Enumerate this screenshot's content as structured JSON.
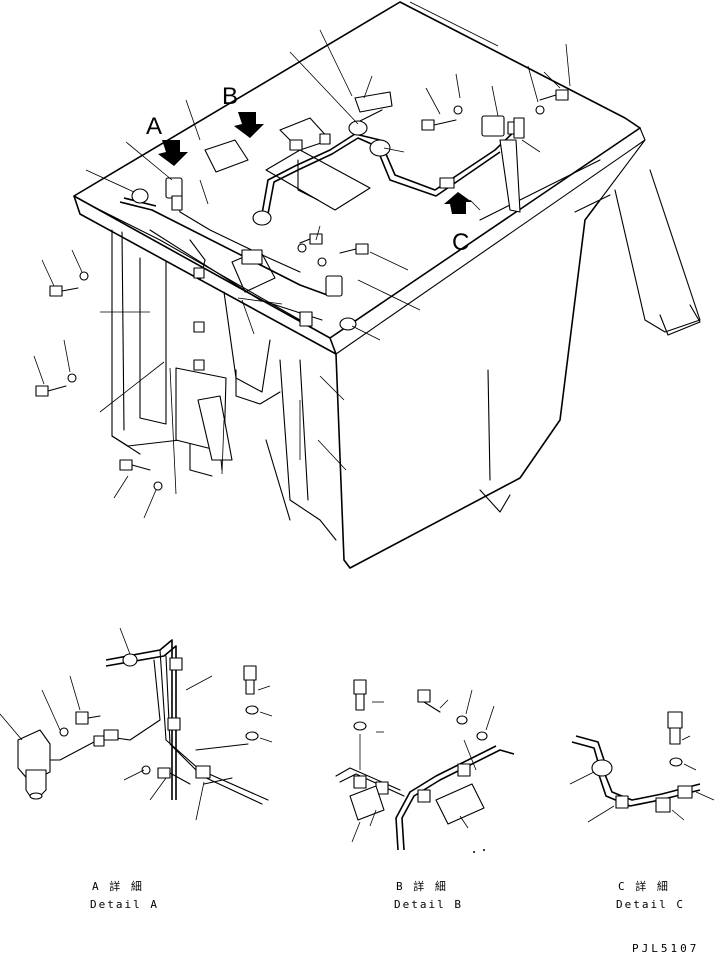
{
  "callouts": {
    "a": "A",
    "b": "B",
    "c": "C"
  },
  "details": {
    "a": {
      "jp": "A 詳 細",
      "en": "Detail A"
    },
    "b": {
      "jp": "B 詳 細",
      "en": "Detail B"
    },
    "c": {
      "jp": "C 詳 細",
      "en": "Detail C"
    }
  },
  "drawing_code": "PJL5107",
  "arrows": {
    "style": "dark-hatched",
    "directions": [
      "down",
      "down",
      "up"
    ]
  }
}
